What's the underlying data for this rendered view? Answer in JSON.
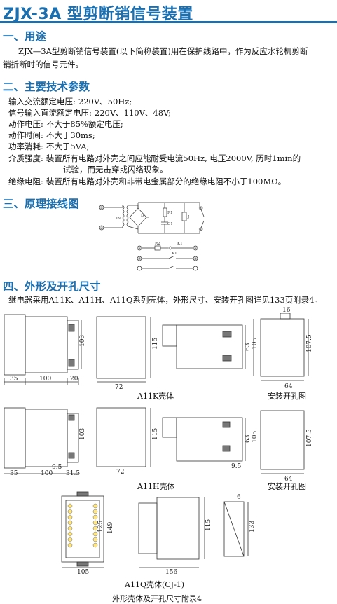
{
  "title": "ZJX-3A 型剪断销信号装置",
  "sections": {
    "s1": {
      "heading": "一、用途",
      "line1": "ZJX—3A型剪断销信号装置(以下简称装置)用在保护线路中，作为反应水轮机剪断",
      "line2": "销折断时的信号元件。"
    },
    "s2": {
      "heading": "二、主要技术参数",
      "specs": [
        {
          "k": "输入交流额定电压:",
          "v": "220V、50Hz;"
        },
        {
          "k": "信号输入直流额定电压:",
          "v": "220V、110V、48V;"
        },
        {
          "k": "动作电压:",
          "v": "不大于85%额定电压;"
        },
        {
          "k": "动作时间:",
          "v": "不大于30ms;"
        },
        {
          "k": "功率消耗:",
          "v": "不大于5VA;"
        },
        {
          "k": "介质强度:",
          "v": "装置所有电路对外壳之间应能耐受电流50Hz, 电压2000V, 历时1min的"
        },
        {
          "k": "",
          "v": "试验，而无击穿或闪络现象。"
        },
        {
          "k": "绝缘电阻:",
          "v": "装置所有电路对外壳和非带电金属部分的绝缘电阻不小于100MΩ。"
        }
      ]
    },
    "s3": {
      "heading": "三、原理接线图"
    },
    "s4": {
      "heading": "四、外形及开孔尺寸",
      "line1": "继电器采用A11K、A11H、A11Q系列壳体，外形尺寸、安装开孔图详见133页附录4。"
    }
  },
  "figure": {
    "a11k": {
      "caption": "A11K壳体",
      "install": "安装开孔图",
      "dims": {
        "d35": "35",
        "d100": "100",
        "d20": "20",
        "d103": "103",
        "d115": "115",
        "d72": "72",
        "d63": "63",
        "d16": "16",
        "d105": "105",
        "d64": "64",
        "d1075": "107.5"
      }
    },
    "a11h": {
      "caption": "A11H壳体",
      "install": "安装开孔图",
      "dims": {
        "d35": "35",
        "d100": "100",
        "d95": "9.5",
        "d315": "31.5",
        "d103": "103",
        "d115": "115",
        "d72": "72",
        "d63": "63",
        "d95b": "9.5",
        "d105": "105",
        "d64": "64",
        "d1075": "107.5"
      }
    },
    "a11q": {
      "caption": "A11Q壳体(CJ-1)",
      "dims": {
        "d125": "125",
        "d149": "149",
        "d105": "105",
        "d115": "115",
        "d156": "156",
        "d133": "133",
        "d6": "6"
      }
    },
    "bottom": "外形壳体及开孔尺寸附录4"
  },
  "diagram": {
    "terminals": [
      "①",
      "②",
      "③",
      "④",
      "⑤",
      "⑥",
      "⑦",
      "⑧"
    ],
    "labels": {
      "tv": "TV",
      "d": "D",
      "r1": "R1",
      "r2": "R2",
      "c1": "C1",
      "j": "J",
      "k1": "K1",
      "k1b": "K1"
    }
  },
  "colors": {
    "accent": "#1a6fb0"
  }
}
